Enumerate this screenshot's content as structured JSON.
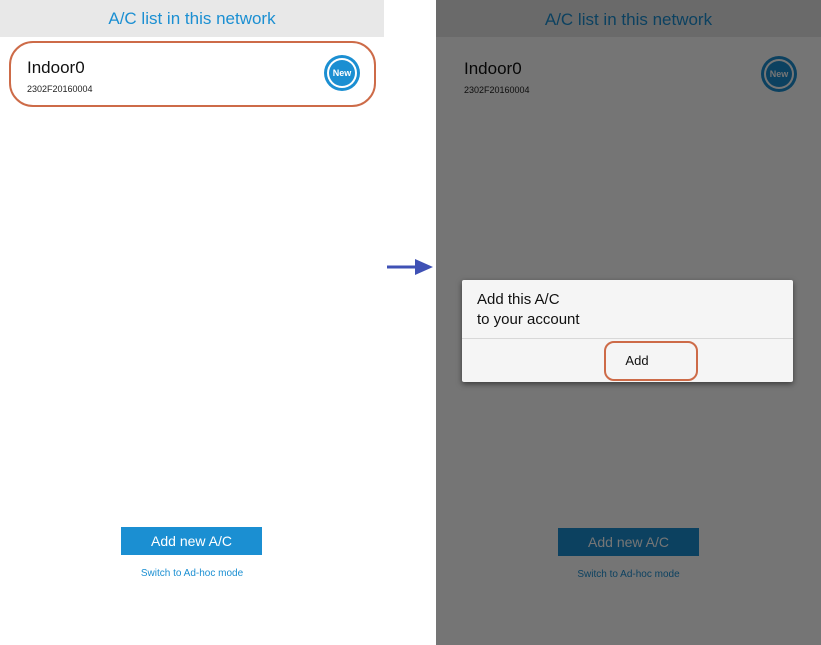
{
  "title": "A/C list in this network",
  "ac_list": [
    {
      "name": "Indoor0",
      "serial": "2302F20160004",
      "badge": "New"
    }
  ],
  "add_new_button": "Add new A/C",
  "adhoc_link": "Switch to Ad-hoc mode",
  "dialog": {
    "title_line1": "Add this A/C",
    "title_line2": "to your account",
    "add_button": "Add"
  },
  "colors": {
    "accent": "#1b8fd2",
    "highlight": "#cd6b48",
    "arrow": "#3f51b5"
  }
}
